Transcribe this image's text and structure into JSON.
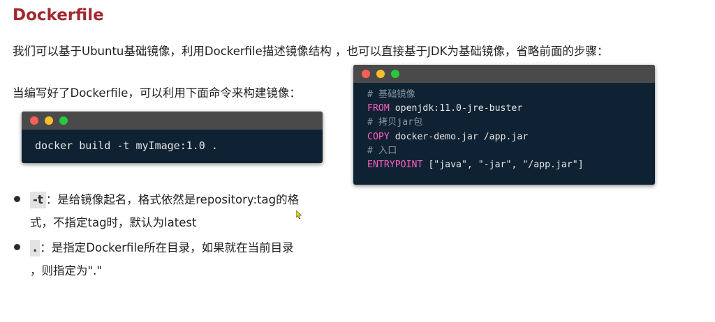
{
  "heading": "Dockerfile",
  "intro": "我们可以基于Ubuntu基础镜像，利用Dockerfile描述镜像结构 ，也可以直接基于JDK为基础镜像，省略前面的步骤：",
  "lead": "当编写好了Dockerfile，可以利用下面命令来构建镜像：",
  "build_command": "docker build -t myImage:1.0 .",
  "dockerfile_lines": [
    {
      "comment": "# 基础镜像"
    },
    {
      "keyword": "FROM",
      "rest": " openjdk:11.0-jre-buster"
    },
    {
      "comment": "# 拷贝jar包"
    },
    {
      "keyword": "COPY",
      "rest": " docker-demo.jar /app.jar"
    },
    {
      "comment": "# 入口"
    },
    {
      "keyword": "ENTRYPOINT",
      "rest": " [\"java\", \"-jar\", \"/app.jar\"]"
    }
  ],
  "bullets": [
    {
      "tag": "-t",
      "text_line1": "：是给镜像起名，格式依然是repository:tag的格",
      "text_line2": "式，不指定tag时，默认为latest"
    },
    {
      "tag": ".",
      "text_line1": "：是指定Dockerfile所在目录，如果就在当前目录",
      "text_line2": "，则指定为\".\""
    }
  ],
  "colors": {
    "heading": "#a0282e",
    "terminal_bg": "#0f2233",
    "keyword": "#ff5fbf",
    "comment": "#8a94a0"
  }
}
